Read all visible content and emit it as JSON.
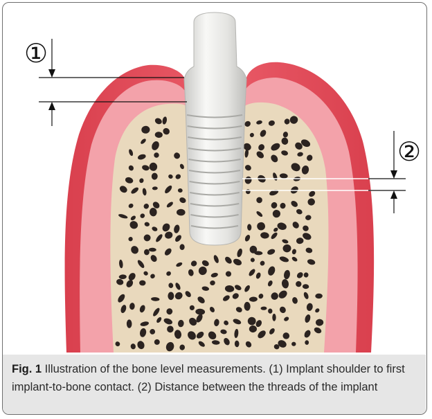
{
  "figure": {
    "label": "Fig. 1",
    "caption": " Illustration of the bone level measurements. (1) Implant shoulder to first implant-to-bone contact. (2) Distance between the threads of the implant"
  },
  "markers": {
    "first": "①",
    "second": "②"
  },
  "colors": {
    "gingiva_outer": "#e6525f",
    "gingiva_inner": "#f2a0a8",
    "bone": "#e9d9bd",
    "marrow": "#2b2320",
    "implant": "#ececea",
    "caption_bg": "#e6e6e6"
  }
}
